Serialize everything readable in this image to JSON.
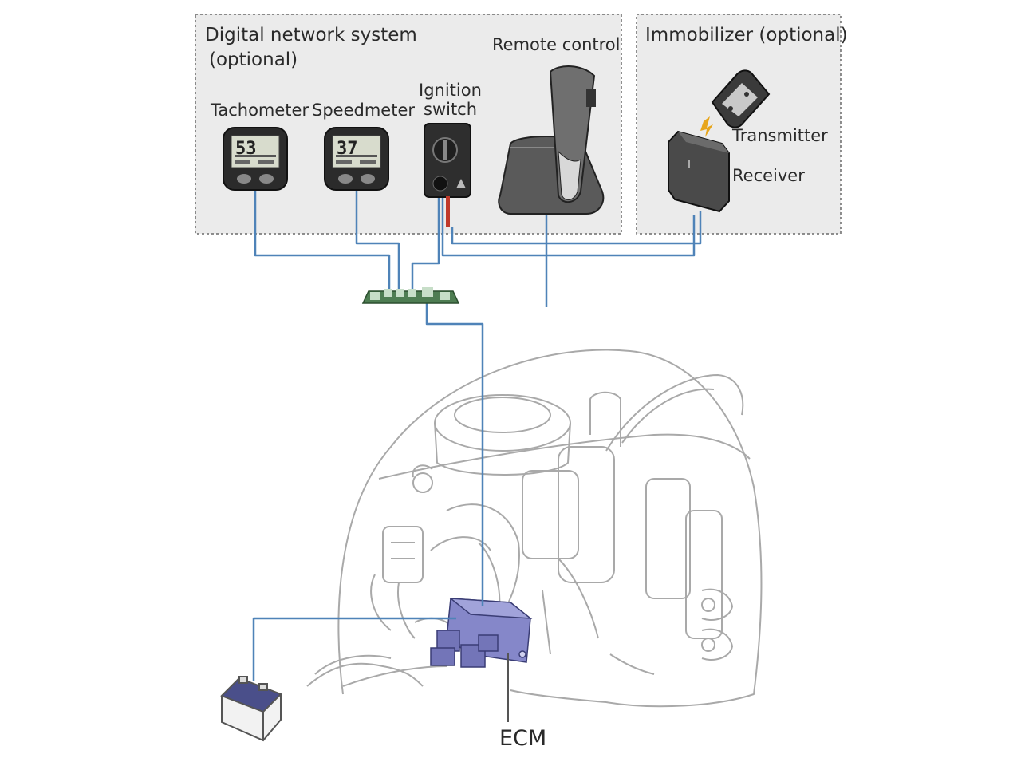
{
  "labels": {
    "digital_network_title": "Digital network system",
    "digital_network_sub": "(optional)",
    "immobilizer_title": "Immobilizer (optional)",
    "tachometer": "Tachometer",
    "speedmeter": "Speedmeter",
    "ignition_line1": "Ignition",
    "ignition_line2": "switch",
    "remote_control": "Remote control",
    "transmitter": "Transmitter",
    "receiver": "Receiver",
    "ecm": "ECM"
  },
  "gauges": {
    "tachometer_reading": "53",
    "speedmeter_reading": "37"
  },
  "colors": {
    "wire": "#4f83b8",
    "box_fill": "#ebebeb",
    "box_border": "#6a6a6a",
    "hub": "#4e7d52",
    "ecm": "#8587c9",
    "engine_line": "#a9a9a9",
    "battery_top": "#4a4f8a",
    "spark": "#e7a51b"
  }
}
